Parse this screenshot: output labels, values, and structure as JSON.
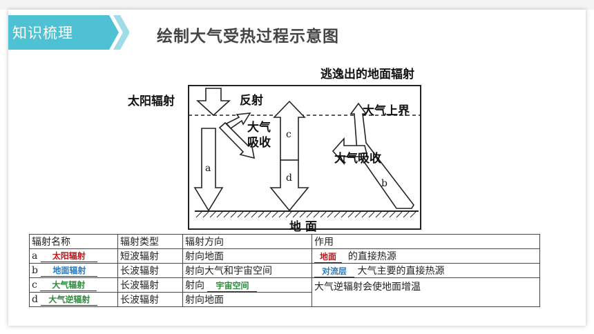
{
  "header": {
    "section_label": "知识梳理",
    "title": "绘制大气受热过程示意图"
  },
  "diagram": {
    "labels": {
      "solar": "太阳辐射",
      "reflect": "反射",
      "absorb_left_1": "大气",
      "absorb_left_2": "吸收",
      "escape": "逃逸出的地面辐射",
      "upper": "大气上界",
      "absorb_right": "大气吸收",
      "ground": "地 面",
      "a": "a",
      "b": "b",
      "c": "c",
      "d": "d"
    }
  },
  "table": {
    "headers": [
      "辐射名称",
      "辐射类型",
      "辐射方向",
      "作用"
    ],
    "rows": [
      {
        "letter": "a",
        "name": "太阳辐射",
        "type": "短波辐射",
        "direction": "射向地面",
        "direction_answer": "",
        "effect_answer": "地面",
        "effect": "的直接热源"
      },
      {
        "letter": "b",
        "name": "地面辐射",
        "type": "长波辐射",
        "direction": "射向大气和宇宙空间",
        "direction_answer": "",
        "effect_answer": "对流层",
        "effect": "大气主要的直接热源"
      },
      {
        "letter": "c",
        "name": "大气辐射",
        "type": "长波辐射",
        "direction": "射向",
        "direction_answer": "宇宙空间",
        "effect_answer": "",
        "effect": "大气逆辐射会使地面增温"
      },
      {
        "letter": "d",
        "name": "大气逆辐射",
        "type": "长波辐射",
        "direction": "射向地面",
        "direction_answer": "",
        "effect_answer": "",
        "effect": ""
      }
    ]
  },
  "colors": {
    "accent": "#4ec1d4",
    "answer_red": "#c0161d",
    "answer_blue": "#2a7bc0",
    "answer_green": "#2e8b3c"
  }
}
